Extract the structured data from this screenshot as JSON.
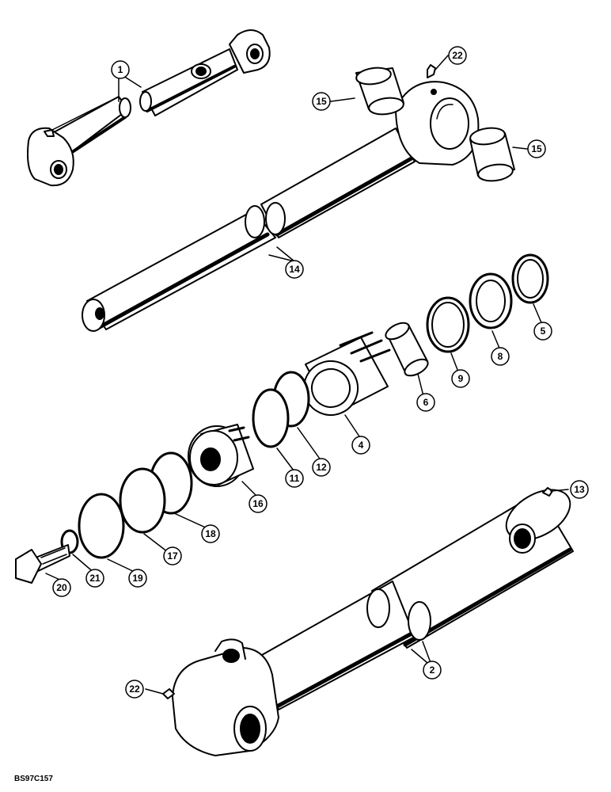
{
  "diagram": {
    "figure_code": "BS97C157",
    "callouts": [
      {
        "label": "1"
      },
      {
        "label": "22"
      },
      {
        "label": "15"
      },
      {
        "label": "15"
      },
      {
        "label": "14"
      },
      {
        "label": "5"
      },
      {
        "label": "8"
      },
      {
        "label": "9"
      },
      {
        "label": "6"
      },
      {
        "label": "4"
      },
      {
        "label": "12"
      },
      {
        "label": "11"
      },
      {
        "label": "16"
      },
      {
        "label": "18"
      },
      {
        "label": "17"
      },
      {
        "label": "19"
      },
      {
        "label": "21"
      },
      {
        "label": "20"
      },
      {
        "label": "13"
      },
      {
        "label": "2"
      },
      {
        "label": "22"
      }
    ]
  }
}
